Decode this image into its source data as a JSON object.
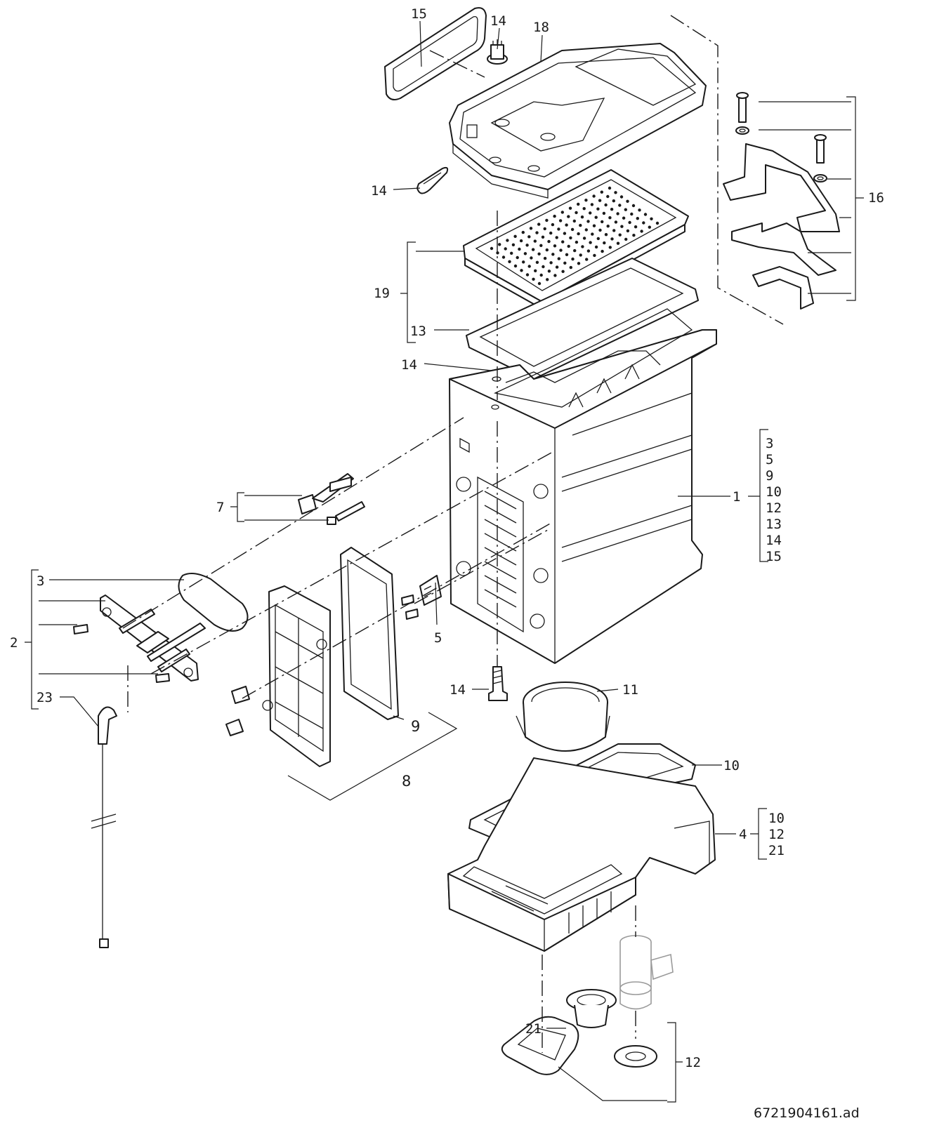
{
  "diagram": {
    "reference": "6721904161.ad",
    "callouts": {
      "c15": "15",
      "c14_top": "14",
      "c18": "18",
      "c14_clip": "14",
      "c16": "16",
      "c19": "19",
      "c13": "13",
      "c14_mid": "14",
      "c1": "1",
      "c7": "7",
      "c3": "3",
      "c2": "2",
      "c5": "5",
      "c23": "23",
      "c14_low": "14",
      "c11": "11",
      "c9": "9",
      "c8": "8",
      "c10": "10",
      "c4": "4",
      "c21": "21",
      "c12": "12"
    },
    "group1_list": [
      "3",
      "5",
      "9",
      "10",
      "12",
      "13",
      "14",
      "15"
    ],
    "group4_list": [
      "10",
      "12",
      "21"
    ]
  }
}
